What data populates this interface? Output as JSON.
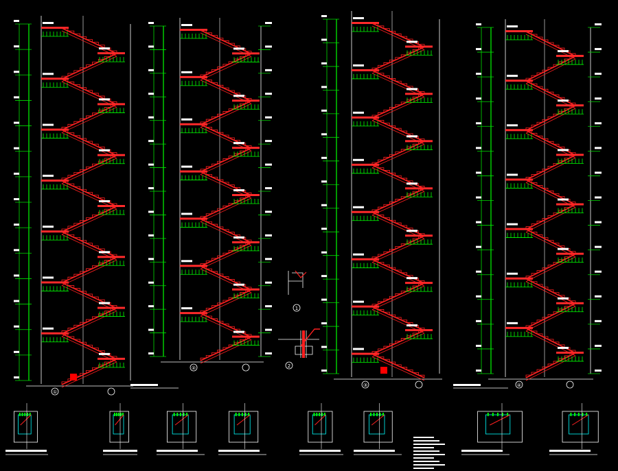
{
  "drawing": {
    "background": "#000000",
    "colors": {
      "stair": "#ff2020",
      "landing": "#ff2a2a",
      "rail": "#00ff00",
      "grid": "#ffffff",
      "dimension": "#00e000",
      "text": "#ffffff",
      "detail": "#00ffff",
      "marker": "#ff0000"
    },
    "elevations": [
      {
        "id": "a",
        "axis_label": "①",
        "flights": 14,
        "title": "",
        "note": ""
      },
      {
        "id": "b",
        "axis_label": "②",
        "flights": 14,
        "title": "",
        "note": ""
      },
      {
        "id": "c",
        "axis_label": "③",
        "flights": 15,
        "title": "",
        "note": ""
      },
      {
        "id": "d",
        "axis_label": "④",
        "flights": 14,
        "title": "",
        "note": ""
      }
    ],
    "center_details": [
      {
        "id": "d1",
        "label": "1"
      },
      {
        "id": "d2",
        "label": "2"
      }
    ],
    "bottom_details": [
      {
        "id": "bd1",
        "caption": ""
      },
      {
        "id": "bd2",
        "caption": ""
      },
      {
        "id": "bd3",
        "caption": ""
      },
      {
        "id": "bd4",
        "caption": ""
      },
      {
        "id": "bd5",
        "caption": ""
      },
      {
        "id": "bd6",
        "caption": ""
      },
      {
        "id": "bd7",
        "caption": ""
      },
      {
        "id": "bd8",
        "caption": ""
      },
      {
        "id": "bd9",
        "caption": ""
      }
    ]
  }
}
